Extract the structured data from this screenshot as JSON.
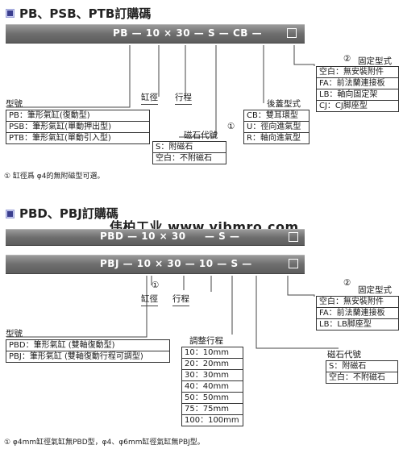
{
  "section1": {
    "title": "PB、PSB、PTB訂購碼",
    "code": "PB — 10 × 30 — S — CB —",
    "labels": {
      "bore": "缸徑",
      "stroke": "行程",
      "model": "型號",
      "mount": "固定型式",
      "mount_mark": "②",
      "magnet": "磁石代號",
      "magnet_mark": "①",
      "cover": "後蓋型式"
    },
    "model_rows": [
      "PB：筆形氣缸(復動型)",
      "PSB：筆形氣缸(單動押出型)",
      "PTB：筆形氣缸(單動引入型)"
    ],
    "mount_rows": [
      "空白：無安裝附件",
      "FA：前法蘭連接板",
      "LB：軸向固定架",
      "CJ：CJ脚座型"
    ],
    "cover_rows": [
      "CB：雙耳環型",
      "U：徑向進氣型",
      "R：軸向進氣型"
    ],
    "magnet_rows": [
      "S：附磁石",
      "空白：不附磁石"
    ],
    "note": "① 缸徑爲 φ4的無附磁型可選。"
  },
  "section2": {
    "title": "PBD、PBJ訂購碼",
    "code_pbd": "PBD — 10 × 30     — S —",
    "code_pbj": "PBJ — 10 × 30 — 10 — S —",
    "labels": {
      "bore": "缸徑",
      "bore_mark": "①",
      "stroke": "行程",
      "model": "型號",
      "adjust": "調整行程",
      "mount": "固定型式",
      "mount_mark": "②",
      "magnet": "磁石代號"
    },
    "model_rows": [
      "PBD：筆形氣缸 (雙軸復動型)",
      "PBJ：筆形氣缸 (雙軸復動行程可調型)"
    ],
    "adjust_rows": [
      "10：10mm",
      "20：20mm",
      "30：30mm",
      "40：40mm",
      "50：50mm",
      "75：75mm",
      "100：100mm"
    ],
    "mount_rows": [
      "空白：無安裝附件",
      "FA：前法蘭連接板",
      "LB：LB脚座型"
    ],
    "magnet_rows": [
      "S：附磁石",
      "空白：不附磁石"
    ],
    "note": "① φ4mm缸徑氣缸無PBD型，φ4、φ6mm缸徑氣缸無PBJ型。"
  },
  "watermark": "伟柏工业 www.vibmro.com"
}
